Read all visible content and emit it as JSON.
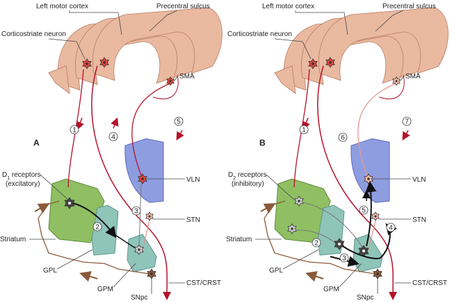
{
  "colors": {
    "cortex": "#e9b9a0",
    "cortex_edge": "#b77c62",
    "striatum": "#8fbf62",
    "gp": "#8fc4b9",
    "vln": "#8e9de0",
    "pathway": "#b3132a",
    "pathway_light": "#e59a8f",
    "snpc": "#8a5a3a"
  },
  "panels": [
    {
      "id": "A",
      "letter": "A",
      "receptor": "D",
      "receptor_sub": "1",
      "receptor_rest": " receptors",
      "receptor_type": "(excitatory)",
      "labels": {
        "motor": "Left motor cortex",
        "sulcus": "Precentral sulcus",
        "cs": "Corticostriate neuron",
        "sma": "SMA",
        "vln": "VLN",
        "stn": "STN",
        "striatum": "Striatum",
        "gpl": "GPL",
        "gpm": "GPM",
        "snpc": "SNpc",
        "cst": "CST/CRST"
      },
      "numbers": [
        "1",
        "2",
        "3",
        "4",
        "5"
      ]
    },
    {
      "id": "B",
      "letter": "B",
      "receptor": "D",
      "receptor_sub": "2",
      "receptor_rest": " receptors",
      "receptor_type": "(inhibitory)",
      "labels": {
        "motor": "Left motor cortex",
        "sulcus": "Precentral sulcus",
        "cs": "Corticostriate neuron",
        "sma": "SMA",
        "vln": "VLN",
        "stn": "STN",
        "striatum": "Striatum",
        "gpl": "GPL",
        "gpm": "GPM",
        "snpc": "SNpc",
        "cst": "CST/CRST"
      },
      "numbers": [
        "1",
        "2",
        "3",
        "4",
        "5",
        "6",
        "7"
      ]
    }
  ]
}
